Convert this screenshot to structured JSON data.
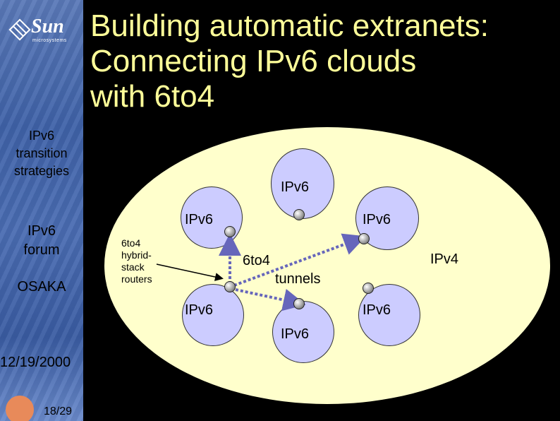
{
  "brand": {
    "name": "Sun",
    "sub": "microsystems"
  },
  "title": {
    "line1": "Building automatic extranets:",
    "line2": "Connecting IPv6 clouds",
    "line3": "with 6to4"
  },
  "sidebar": {
    "section": [
      "IPv6",
      "transition",
      "strategies"
    ],
    "event": [
      "IPv6",
      "forum"
    ],
    "city": "OSAKA",
    "date": "12/19/2000",
    "page": "18/29"
  },
  "diagram": {
    "clouds": [
      "IPv6",
      "IPv6",
      "IPv6",
      "IPv6",
      "IPv6",
      "IPv6"
    ],
    "internet_label": "IPv4",
    "tunnel_label_1": "6to4",
    "tunnel_label_2": "tunnels",
    "router_note": [
      "6to4",
      "hybrid-",
      "stack",
      "routers"
    ]
  },
  "colors": {
    "title": "#ffff99",
    "ellipse": "#ffffcc",
    "cloud": "#ccccff",
    "tunnel": "#6666bb"
  }
}
